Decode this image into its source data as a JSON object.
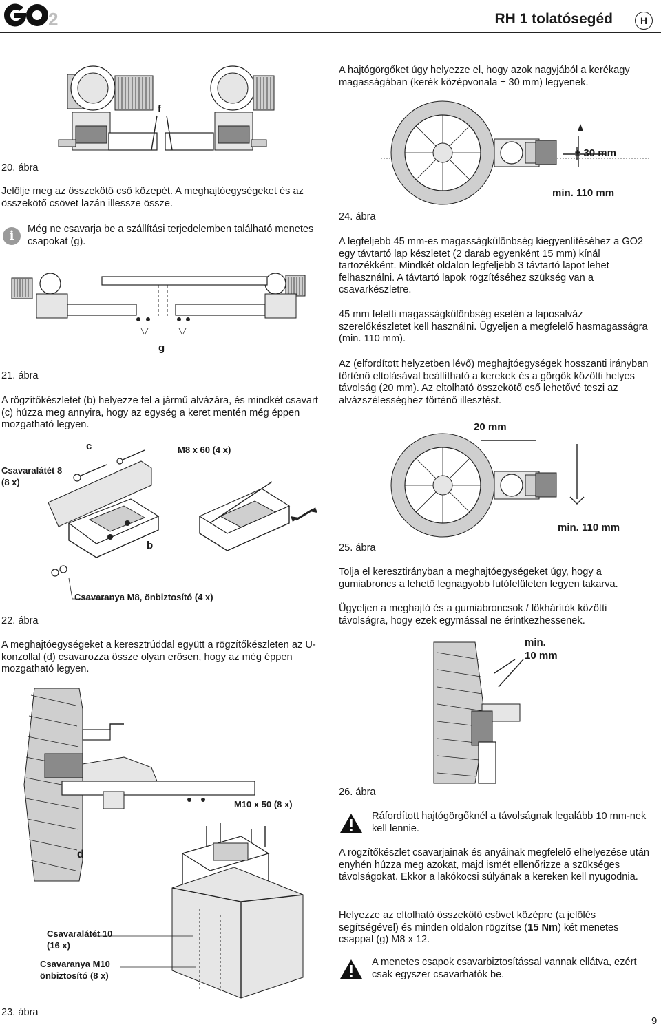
{
  "header": {
    "logo_text": "GO2",
    "title": "RH 1 tolatósegéd",
    "lang_badge": "H"
  },
  "page_number": "9",
  "left": {
    "fig20": {
      "caption": "20. ábra",
      "label_f": "f",
      "text": "Jelölje meg az összekötő cső közepét. A meghajtóegységeket és az összekötő csövet lazán illessze össze.",
      "info": "Még ne csavarja be a szállítási terjedelemben található menetes csapokat (g)."
    },
    "fig21": {
      "caption": "21. ábra",
      "label_g": "g",
      "text": "A rögzítőkészletet (b) helyezze fel a jármű alvázára, és mindkét csavart (c) húzza meg annyira, hogy az egység a keret mentén még éppen mozgatható legyen."
    },
    "fig22": {
      "caption": "22. ábra",
      "label_c": "c",
      "label_bolt": "M8 x 60 (4 x)",
      "label_washer": "Csavaralátét 8 (8 x)",
      "label_b": "b",
      "label_nut": "Csavaranya M8, önbiztosító  (4 x)",
      "text": "A meghajtóegységeket a keresztrúddal együtt a rögzítőkészleten az U-konzollal (d) csavarozza össze olyan erősen, hogy az még éppen mozgatható legyen."
    },
    "fig23": {
      "caption": "23. ábra",
      "label_bolt": "M10 x 50 (8 x)",
      "label_d": "d",
      "label_washer_a": "Csavaralátét",
      "label_washer_b": "10",
      "label_washer_c": "(16 x)",
      "label_nut_a": "Csavaranya",
      "label_nut_b": "M10",
      "label_nut_c": "önbiztosító",
      "label_nut_d": "(8 x)"
    }
  },
  "right": {
    "intro": "A hajtógörgőket úgy helyezze el, hogy azok nagyjából a kerékagy magasságában (kerék középvonala ± 30 mm) legyenek.",
    "fig24": {
      "caption": "24. ábra",
      "label_pm": "± 30 mm",
      "label_min": "min. 110 mm"
    },
    "p1": "A legfeljebb 45 mm-es magasságkülönbség kiegyenlítéséhez a GO2 egy távtartó lap készletet (2 darab egyenként 15 mm) kínál tartozékként. Mindkét oldalon legfeljebb 3 távtartó lapot lehet felhasználni. A távtartó lapok rögzítéséhez szükség van a csavarkészletre.",
    "p2": "45 mm feletti magasságkülönbség esetén a laposalváz szerelőkészletet kell használni. Ügyeljen a megfelelő hasmagasságra (min. 110 mm).",
    "p3": "Az (elfordított helyzetben lévő) meghajtóegységek hosszanti irányban történő eltolásával beállítható a kerekek és a görgők közötti helyes távolság (20 mm). Az eltolható összekötő cső lehetővé teszi az alvázszélességhez történő illesztést.",
    "fig25": {
      "label_20": "20 mm",
      "label_min": "min. 110 mm",
      "caption": "25. ábra"
    },
    "p4": "Tolja el keresztirányban a meghajtóegységeket úgy, hogy a gumiabroncs a lehető legnagyobb futófelületen legyen takarva.",
    "p5": "Ügyeljen a meghajtó és a gumiabroncsok / lökhárítók közötti távolságra, hogy ezek egymással ne érintkezhessenek.",
    "fig26": {
      "label_min_a": "min.",
      "label_min_b": "10 mm",
      "caption": "26. ábra"
    },
    "warn1": "Ráfordított hajtógörgőknél a távolságnak legalább 10 mm-nek kell lennie.",
    "p6": "A rögzítőkészlet csavarjainak és anyáinak megfelelő elhelyezése után enyhén húzza meg azokat, majd ismét ellenőrizze a szükséges távolságokat. Ekkor a lakókocsi súlyának a kereken kell nyugodnia.",
    "p7_pre": "Helyezze az eltolható összekötő csövet középre (a jelölés segítségével) és minden oldalon rögzítse (",
    "p7_bold": "15 Nm",
    "p7_post": ") két menetes csappal (g) M8 x 12.",
    "warn2": "A menetes csapok csavarbiztosítással vannak ellátva, ezért csak egyszer csavarhatók be."
  }
}
